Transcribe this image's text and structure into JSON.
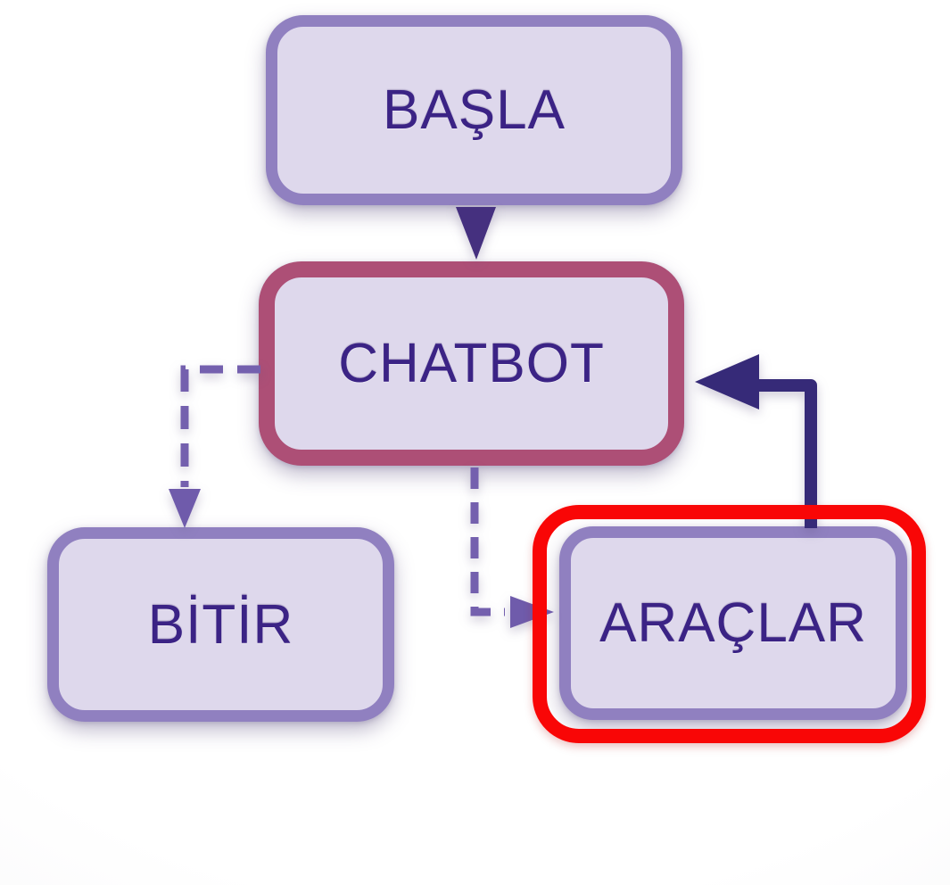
{
  "diagram": {
    "type": "flowchart",
    "background_color": "#ffffff",
    "node_fill_color": "#ded8ec",
    "node_border_color": "#9080c0",
    "chatbot_border_color": "#ad4f76",
    "text_color": "#3b2385",
    "solid_arrow_color": "#45307f",
    "thick_arrow_color": "#362a78",
    "dashed_arrow_color": "#7460ae",
    "highlight_color": "#f90606",
    "nodes": [
      {
        "id": "basla",
        "label": "BAŞLA",
        "shape": "rounded-rect",
        "highlighted": false
      },
      {
        "id": "chatbot",
        "label": "CHATBOT",
        "shape": "rounded-rect",
        "highlighted": false
      },
      {
        "id": "bitir",
        "label": "BİTİR",
        "shape": "rounded-rect",
        "highlighted": false
      },
      {
        "id": "araclar",
        "label": "ARAÇLAR",
        "shape": "rounded-rect",
        "highlighted": true
      }
    ],
    "edges": [
      {
        "from": "basla",
        "to": "chatbot",
        "style": "solid",
        "direction": "down"
      },
      {
        "from": "chatbot",
        "to": "bitir",
        "style": "dashed",
        "direction": "left-down"
      },
      {
        "from": "chatbot",
        "to": "araclar",
        "style": "dashed",
        "direction": "down-right"
      },
      {
        "from": "araclar",
        "to": "chatbot",
        "style": "solid-thick",
        "direction": "up-left"
      }
    ],
    "highlight": {
      "node": "araclar",
      "style": "red-ring"
    }
  }
}
